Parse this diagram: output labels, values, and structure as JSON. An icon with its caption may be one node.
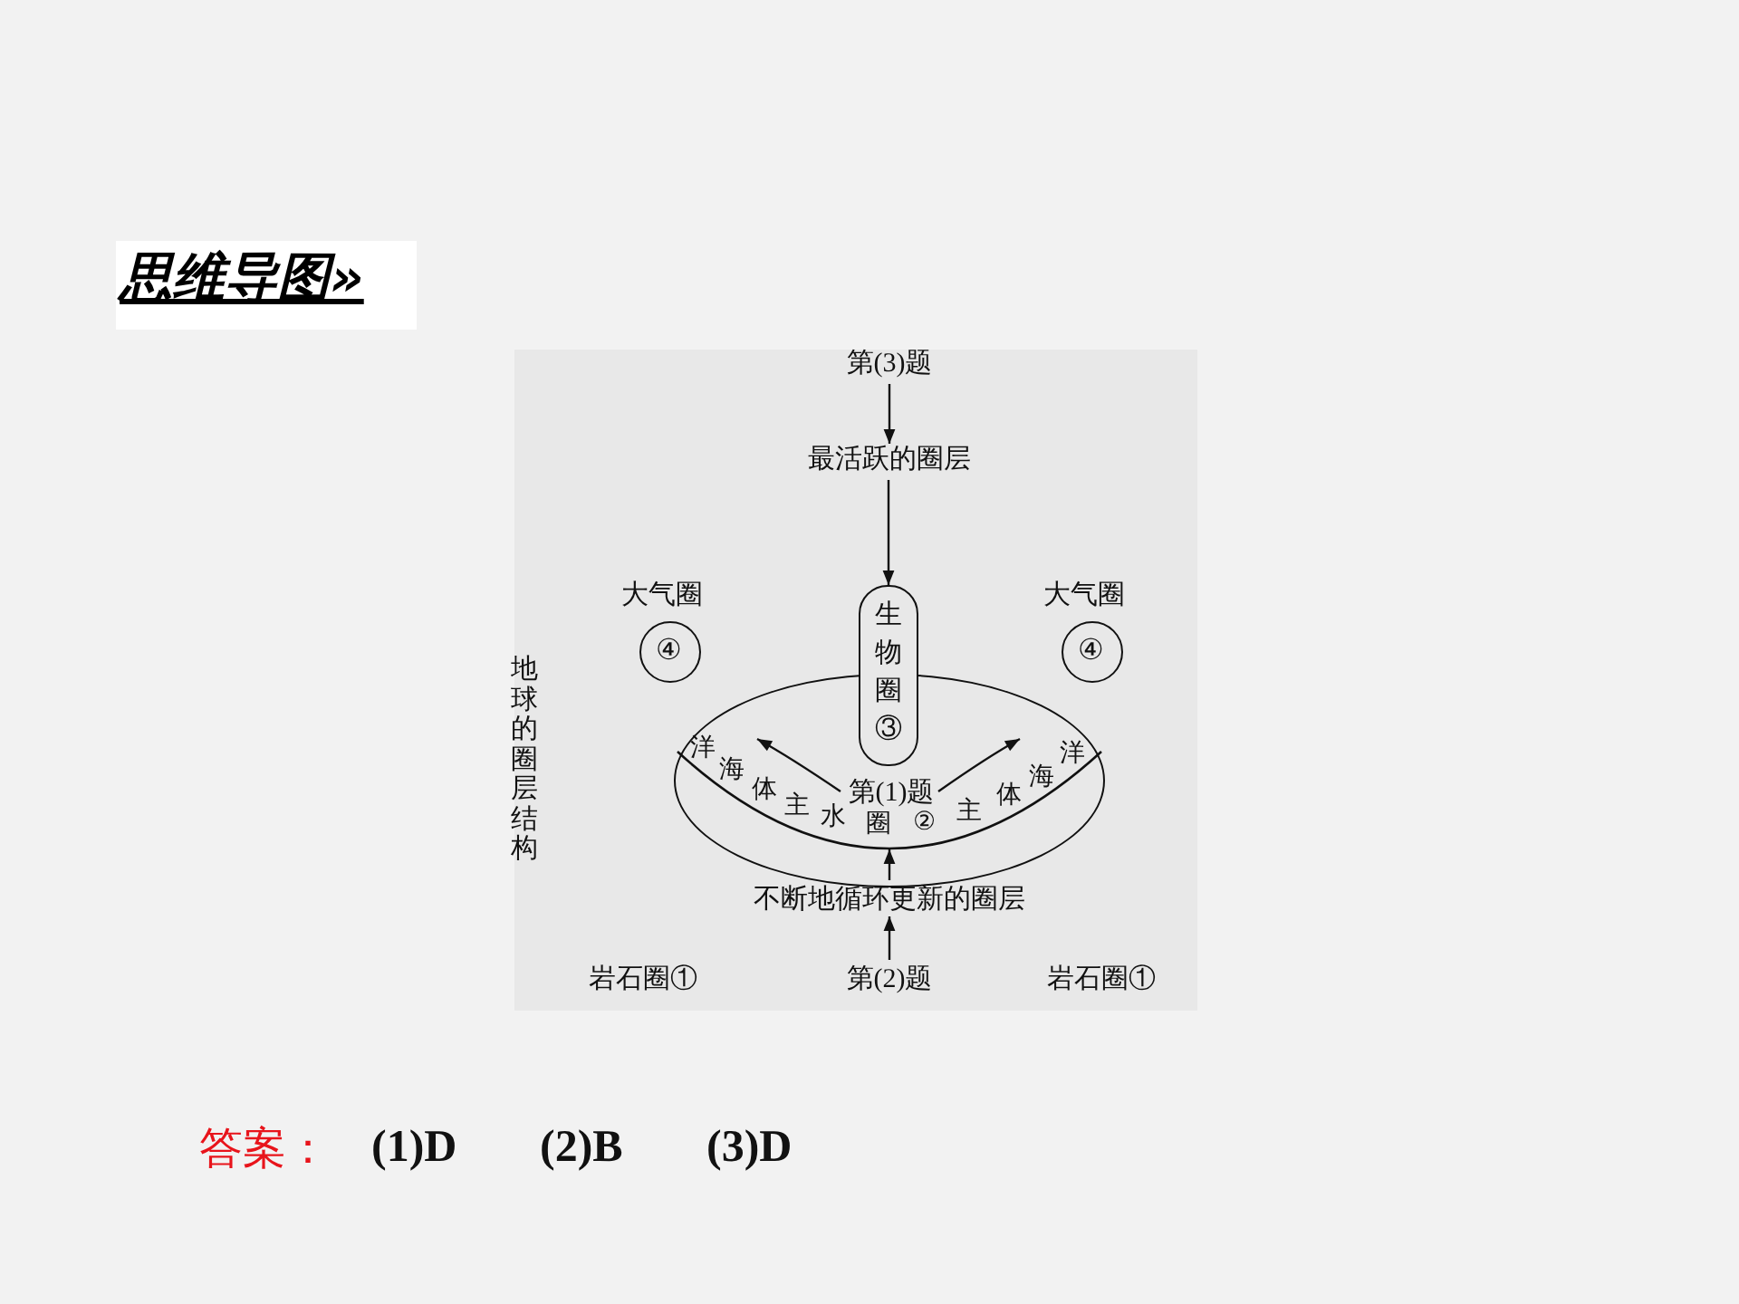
{
  "diagram": {
    "title": "思维导图»",
    "nodes": [
      {
        "text": [
          "第(3)题"
        ]
      },
      {
        "text": [
          "最活跃的圈层"
        ]
      },
      {
        "text": [
          "大气圈",
          "④"
        ]
      },
      {
        "text": [
          "生物圈③"
        ]
      },
      {
        "text": [
          "大气圈",
          "④"
        ]
      },
      {
        "text": [
          "洋",
          "海",
          "体",
          "主",
          "水",
          "圈",
          "②",
          "主",
          "体",
          "海",
          "洋"
        ]
      },
      {
        "text": [
          "第(1)题"
        ],
        "in": 5
      },
      {
        "text": [
          "不断地循环更新的圈层"
        ]
      },
      {
        "text": [
          "第(2)题"
        ]
      }
    ],
    "edges": [
      {
        "from": 0,
        "to": 1,
        "arrow": "to"
      },
      {
        "from": 1,
        "to": 3,
        "arrow": "to"
      },
      {
        "from": 6,
        "to": null,
        "arrow": "to"
      },
      {
        "from": 6,
        "to": null,
        "arrow": "to"
      },
      {
        "from": 7,
        "to": 5,
        "arrow": "to"
      },
      {
        "from": 8,
        "to": 7,
        "arrow": "to"
      }
    ],
    "labels": [
      "地球的圈层结构",
      "岩石圈①",
      "岩石圈①",
      "答案：",
      "(1)D",
      "(2)B",
      "(3)D"
    ]
  }
}
